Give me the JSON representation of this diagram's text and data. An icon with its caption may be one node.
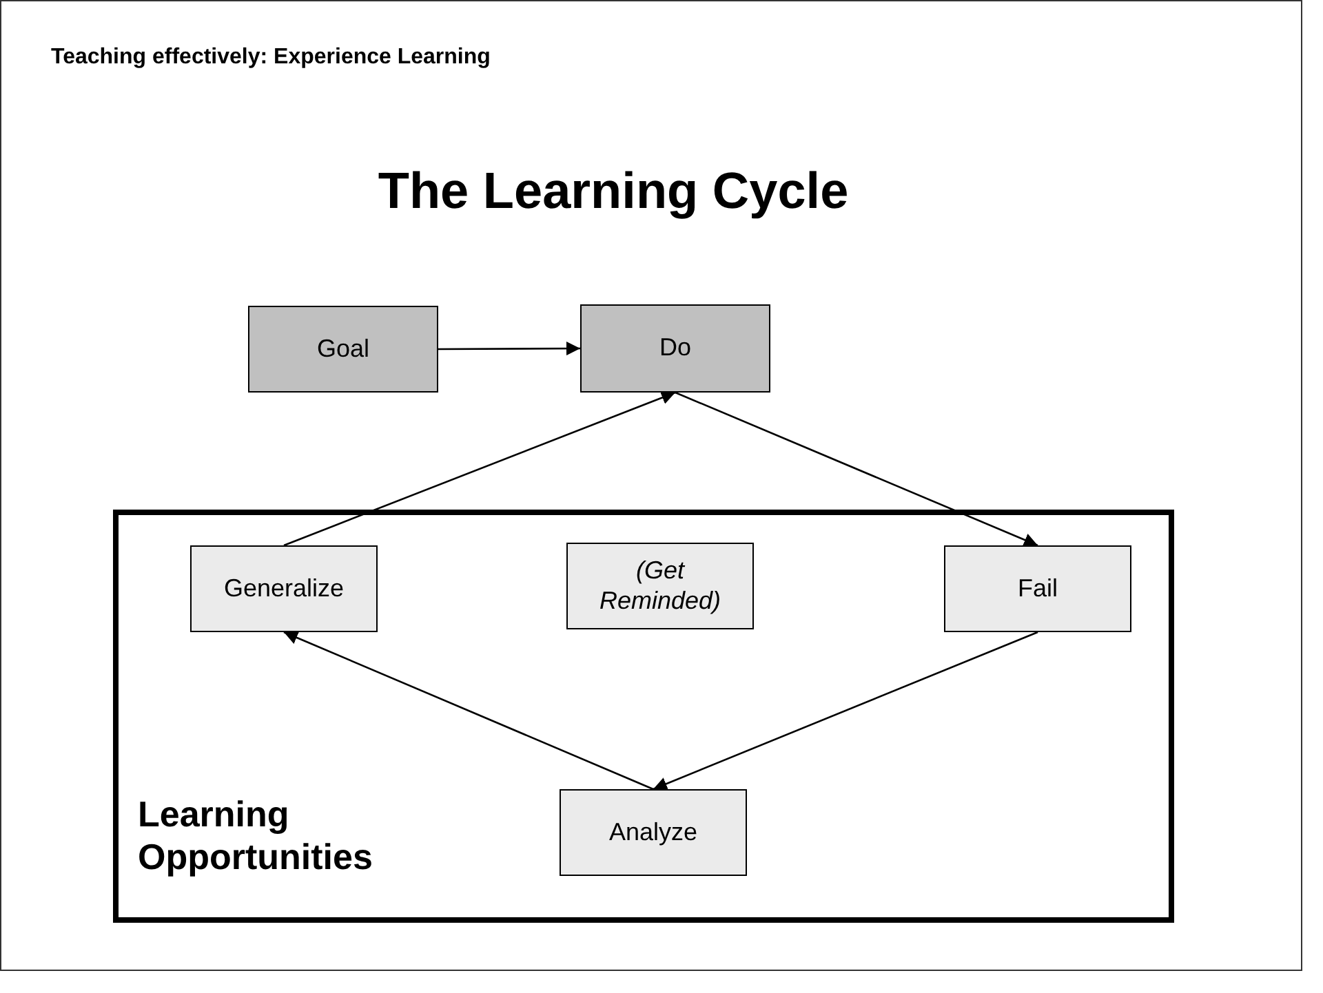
{
  "diagram": {
    "title": "The Learning Cycle",
    "nodes": [
      {
        "text": [
          "Goal"
        ]
      },
      {
        "text": [
          "Do"
        ]
      },
      {
        "text": [
          "Learning Opportunities"
        ]
      },
      {
        "text": [
          "Generalize"
        ],
        "in": 2
      },
      {
        "text": [
          "(Get Reminded)"
        ],
        "in": 2
      },
      {
        "text": [
          "Fail"
        ],
        "in": 2
      },
      {
        "text": [
          "Analyze"
        ],
        "in": 2
      }
    ],
    "edges": [
      {
        "from": 0,
        "to": 1,
        "arrow": "to"
      },
      {
        "from": 3,
        "to": 1,
        "arrow": "to"
      },
      {
        "from": 1,
        "to": 5,
        "arrow": "to"
      },
      {
        "from": 5,
        "to": 6,
        "arrow": "to"
      },
      {
        "from": 6,
        "to": 3,
        "arrow": "to"
      }
    ],
    "labels": [
      "Teaching effectively: Experience Learning"
    ]
  }
}
